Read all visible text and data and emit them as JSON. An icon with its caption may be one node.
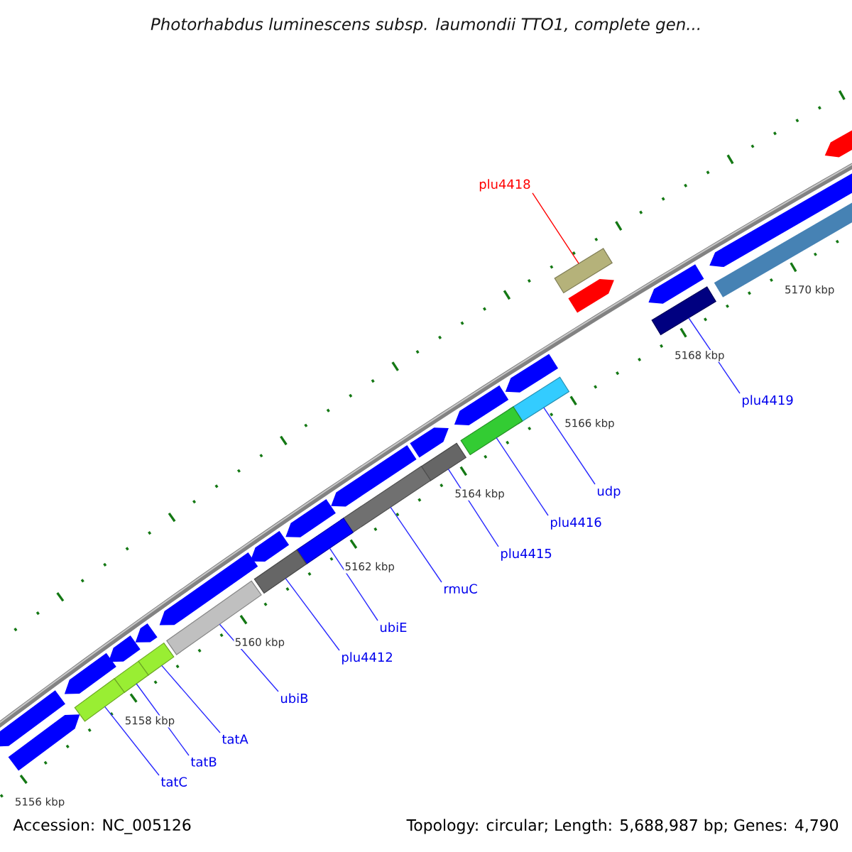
{
  "diagram": {
    "title": "Photorhabdus luminescens subsp. laumondii TTO1, complete gen...",
    "nodes": [
      {
        "text": [
          "plu4418"
        ]
      },
      {
        "text": [],
        "shape": "bar"
      },
      {
        "text": [],
        "shape": "bar"
      },
      {
        "text": [
          "plu4419"
        ]
      },
      {
        "text": [],
        "shape": "bar"
      },
      {
        "text": [
          "udp"
        ]
      },
      {
        "text": [],
        "shape": "bar"
      },
      {
        "text": [
          "plu4416"
        ]
      },
      {
        "text": [],
        "shape": "bar"
      },
      {
        "text": [
          "plu4415"
        ]
      },
      {
        "text": [],
        "shape": "bar"
      },
      {
        "text": [
          "rmuC"
        ]
      },
      {
        "text": [],
        "shape": "bar"
      },
      {
        "text": [
          "ubiE"
        ]
      },
      {
        "text": [],
        "shape": "bar"
      },
      {
        "text": [
          "plu4412"
        ]
      },
      {
        "text": [],
        "shape": "bar"
      },
      {
        "text": [
          "ubiB"
        ]
      },
      {
        "text": [],
        "shape": "bar"
      },
      {
        "text": [
          "tatA"
        ]
      },
      {
        "text": [],
        "shape": "bar"
      },
      {
        "text": [
          "tatB"
        ]
      },
      {
        "text": [],
        "shape": "bar"
      },
      {
        "text": [
          "tatC"
        ]
      }
    ],
    "edges": [
      {
        "from": 0,
        "to": 1,
        "arrow": "none",
        "color": "#ff0000"
      },
      {
        "from": 3,
        "to": 2,
        "arrow": "none"
      },
      {
        "from": 5,
        "to": 4,
        "arrow": "none"
      },
      {
        "from": 7,
        "to": 6,
        "arrow": "none"
      },
      {
        "from": 9,
        "to": 8,
        "arrow": "none"
      },
      {
        "from": 11,
        "to": 10,
        "arrow": "none"
      },
      {
        "from": 13,
        "to": 12,
        "arrow": "none"
      },
      {
        "from": 15,
        "to": 14,
        "arrow": "none"
      },
      {
        "from": 17,
        "to": 16,
        "arrow": "none"
      },
      {
        "from": 19,
        "to": 18,
        "arrow": "none"
      },
      {
        "from": 21,
        "to": 20,
        "arrow": "none"
      },
      {
        "from": 23,
        "to": 22,
        "arrow": "none"
      }
    ],
    "labels": [
      "5170 kbp",
      "5168 kbp",
      "5166 kbp",
      "5164 kbp",
      "5162 kbp",
      "5160 kbp",
      "5158 kbp",
      "5156 kbp",
      "Accession: NC_005126",
      "Topology: circular; Length: 5,688,987 bp; Genes: 4,790"
    ]
  }
}
